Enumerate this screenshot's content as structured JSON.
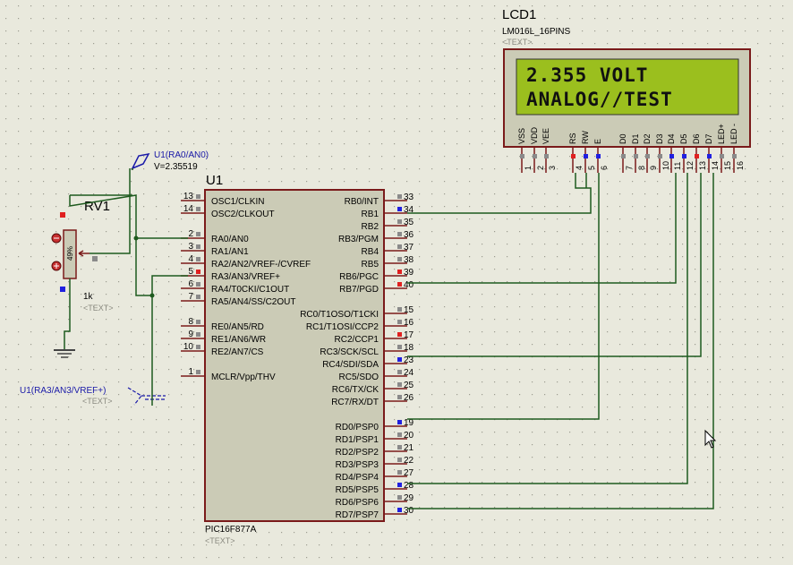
{
  "lcd": {
    "ref": "LCD1",
    "model": "LM016L_16PINS",
    "text_placeholder": "<TEXT>",
    "line1": "2.355 VOLT",
    "line2": "ANALOG//TEST",
    "pin_names": [
      "VSS",
      "VDD",
      "VEE",
      "RS",
      "RW",
      "E",
      "D0",
      "D1",
      "D2",
      "D3",
      "D4",
      "D5",
      "D6",
      "D7",
      "LED+",
      "LED -"
    ],
    "pin_numbers": [
      "1",
      "2",
      "3",
      "4",
      "5",
      "6",
      "7",
      "8",
      "9",
      "10",
      "11",
      "12",
      "13",
      "14",
      "15",
      "16"
    ]
  },
  "mcu": {
    "ref": "U1",
    "model": "PIC16F877A",
    "text_placeholder": "<TEXT>",
    "left_pins": [
      {
        "num": "13",
        "name": "OSC1/CLKIN"
      },
      {
        "num": "14",
        "name": "OSC2/CLKOUT"
      },
      {
        "num": "2",
        "name": "RA0/AN0"
      },
      {
        "num": "3",
        "name": "RA1/AN1"
      },
      {
        "num": "4",
        "name": "RA2/AN2/VREF-/CVREF"
      },
      {
        "num": "5",
        "name": "RA3/AN3/VREF+"
      },
      {
        "num": "6",
        "name": "RA4/T0CKI/C1OUT"
      },
      {
        "num": "7",
        "name": "RA5/AN4/SS/C2OUT"
      },
      {
        "num": "8",
        "name": "RE0/AN5/RD"
      },
      {
        "num": "9",
        "name": "RE1/AN6/WR"
      },
      {
        "num": "10",
        "name": "RE2/AN7/CS"
      },
      {
        "num": "1",
        "name": "MCLR/Vpp/THV"
      }
    ],
    "right_pins": [
      {
        "num": "33",
        "name": "RB0/INT"
      },
      {
        "num": "34",
        "name": "RB1"
      },
      {
        "num": "35",
        "name": "RB2"
      },
      {
        "num": "36",
        "name": "RB3/PGM"
      },
      {
        "num": "37",
        "name": "RB4"
      },
      {
        "num": "38",
        "name": "RB5"
      },
      {
        "num": "39",
        "name": "RB6/PGC"
      },
      {
        "num": "40",
        "name": "RB7/PGD"
      },
      {
        "num": "15",
        "name": "RC0/T1OSO/T1CKI"
      },
      {
        "num": "16",
        "name": "RC1/T1OSI/CCP2"
      },
      {
        "num": "17",
        "name": "RC2/CCP1"
      },
      {
        "num": "18",
        "name": "RC3/SCK/SCL"
      },
      {
        "num": "23",
        "name": "RC4/SDI/SDA"
      },
      {
        "num": "24",
        "name": "RC5/SDO"
      },
      {
        "num": "25",
        "name": "RC6/TX/CK"
      },
      {
        "num": "26",
        "name": "RC7/RX/DT"
      },
      {
        "num": "19",
        "name": "RD0/PSP0"
      },
      {
        "num": "20",
        "name": "RD1/PSP1"
      },
      {
        "num": "21",
        "name": "RD2/PSP2"
      },
      {
        "num": "22",
        "name": "RD3/PSP3"
      },
      {
        "num": "27",
        "name": "RD4/PSP4"
      },
      {
        "num": "28",
        "name": "RD5/PSP5"
      },
      {
        "num": "29",
        "name": "RD6/PSP6"
      },
      {
        "num": "30",
        "name": "RD7/PSP7"
      }
    ]
  },
  "pot": {
    "ref": "RV1",
    "value": "1k",
    "text_placeholder": "<TEXT>",
    "percent": "49%"
  },
  "probe": {
    "label": "U1(RA0/AN0)",
    "reading": "V=2.35519"
  },
  "terminal": {
    "label": "U1(RA3/AN3/VREF+)",
    "text_placeholder": "<TEXT>"
  },
  "colors": {
    "background": "#e9e9dd",
    "grid_dot": "#9c9c90",
    "wire": "#1e5a1e",
    "part_outline": "#7a1a1a",
    "ic_body": "#cbcbb6",
    "lcd_screen": "#9bbf1e",
    "pin_high": "#e02020",
    "pin_low": "#2020e0",
    "pin_unknown": "#8a8a8a",
    "probe_text": "#1a1aa8"
  }
}
